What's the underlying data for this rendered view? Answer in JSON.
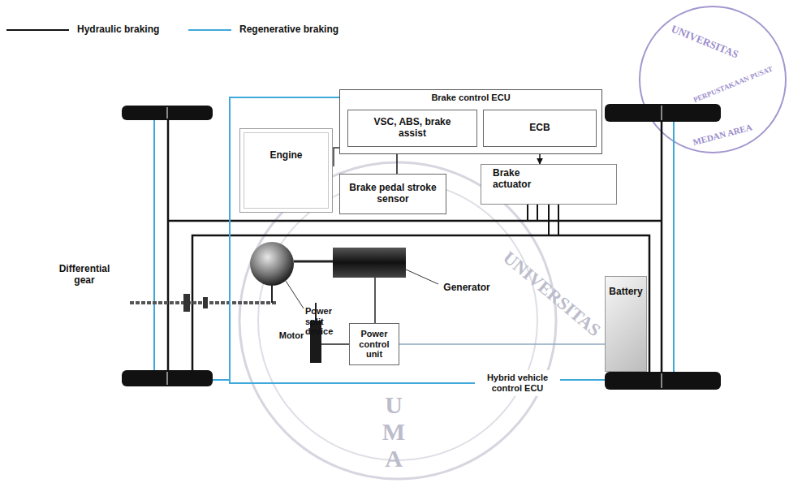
{
  "diagram": {
    "nodes": [
      {
        "text": [
          "Brake control ECU"
        ]
      },
      {
        "text": [
          "VSC, ABS, brake assist"
        ],
        "in": 0
      },
      {
        "text": [
          "ECB"
        ],
        "in": 0
      },
      {
        "text": [
          "Engine"
        ]
      },
      {
        "text": [
          "Brake pedal stroke sensor"
        ]
      },
      {
        "text": [
          "Brake actuator"
        ]
      },
      {
        "text": [
          "Power control unit"
        ]
      },
      {
        "text": [
          "Hybrid vehicle control ECU"
        ]
      },
      {
        "text": [
          "Battery"
        ]
      }
    ],
    "edges": [
      {
        "from": 4,
        "to": 1,
        "arrow": "to"
      },
      {
        "from": 2,
        "to": 5,
        "arrow": "to"
      },
      {
        "from": 0,
        "to": 7,
        "arrow": "none"
      },
      {
        "from": 6,
        "to": 8,
        "arrow": "none"
      }
    ],
    "labels": [
      "Differential gear",
      "Power split device",
      "Generator",
      "Motor",
      "UNIVERSITAS",
      "MEDAN AREA",
      "PERPUSTAKAAN PUSAT",
      "UNIVERSITAS",
      "UMA"
    ],
    "legend": [
      {
        "text": "Hydraulic braking"
      },
      {
        "text": "Regenerative braking"
      }
    ]
  }
}
